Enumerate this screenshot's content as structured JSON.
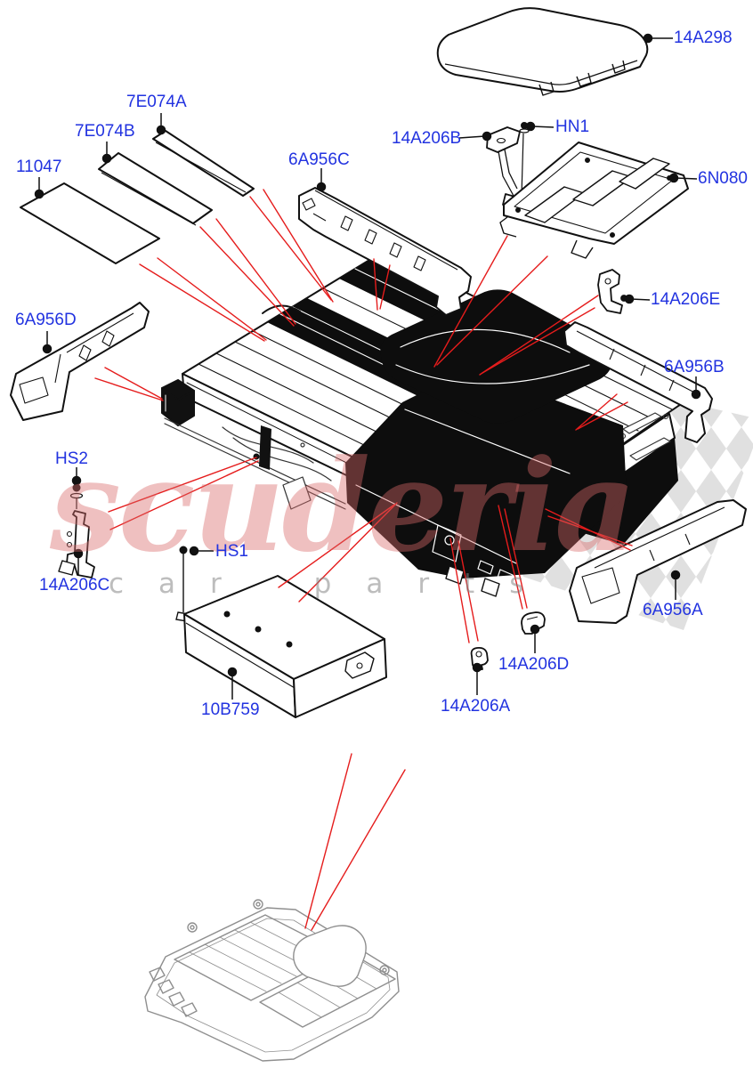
{
  "watermark": {
    "brand": "scuderia",
    "tagline": "car parts"
  },
  "labels": [
    {
      "id": "14A298",
      "text": "14A298"
    },
    {
      "id": "7E074A",
      "text": "7E074A"
    },
    {
      "id": "7E074B",
      "text": "7E074B"
    },
    {
      "id": "11047",
      "text": "11047"
    },
    {
      "id": "6A956C",
      "text": "6A956C"
    },
    {
      "id": "14A206B",
      "text": "14A206B"
    },
    {
      "id": "HN1",
      "text": "HN1"
    },
    {
      "id": "6N080",
      "text": "6N080"
    },
    {
      "id": "14A206E",
      "text": "14A206E"
    },
    {
      "id": "6A956D",
      "text": "6A956D"
    },
    {
      "id": "6A956B",
      "text": "6A956B"
    },
    {
      "id": "HS2",
      "text": "HS2"
    },
    {
      "id": "14A206C",
      "text": "14A206C"
    },
    {
      "id": "HS1",
      "text": "HS1"
    },
    {
      "id": "10B759",
      "text": "10B759"
    },
    {
      "id": "14A206D",
      "text": "14A206D"
    },
    {
      "id": "14A206A",
      "text": "14A206A"
    },
    {
      "id": "6A956A",
      "text": "6A956A"
    }
  ],
  "colors": {
    "label_blue": "#2233e0",
    "leader_red": "#e51c1c",
    "line_black": "#111111",
    "inverter_gray": "#8f8f8f",
    "check_gray": "#e0e0e0",
    "watermark_pink": "rgba(216,105,105,0.42)"
  }
}
